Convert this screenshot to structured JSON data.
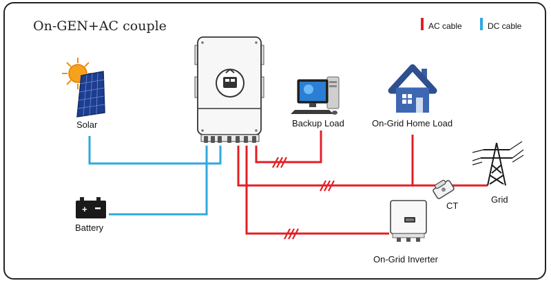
{
  "title": "On-GEN+AC couple",
  "legend": {
    "ac_label": "AC cable",
    "dc_label": "DC cable",
    "ac_color": "#e31e24",
    "dc_color": "#2ea8e0"
  },
  "labels": {
    "solar": "Solar",
    "battery": "Battery",
    "backup_load": "Backup Load",
    "home_load": "On-Grid Home Load",
    "ct": "CT",
    "grid": "Grid",
    "ongrid_inverter": "On-Grid Inverter"
  },
  "icons": [
    "solar-panel-icon",
    "battery-icon",
    "hybrid-inverter-icon",
    "computer-icon",
    "house-icon",
    "ct-clamp-icon",
    "grid-tower-icon",
    "ongrid-inverter-icon"
  ]
}
